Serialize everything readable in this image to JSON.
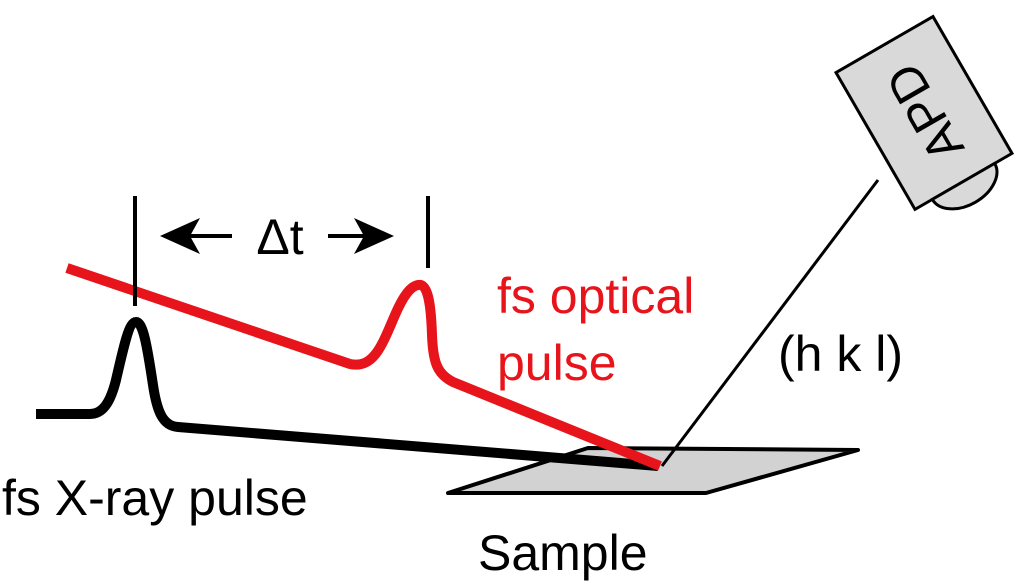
{
  "labels": {
    "delta_t": "Δt",
    "optical_line1": "fs optical",
    "optical_line2": "pulse",
    "hkl": "(h k l)",
    "apd": "APD",
    "xray": "fs X-ray pulse",
    "sample": "Sample"
  },
  "colors": {
    "optical": "#e8141b",
    "xray": "#000000",
    "sample_fill": "#d2d2d2",
    "detector_fill": "#d9d9d9",
    "ink": "#000000"
  }
}
